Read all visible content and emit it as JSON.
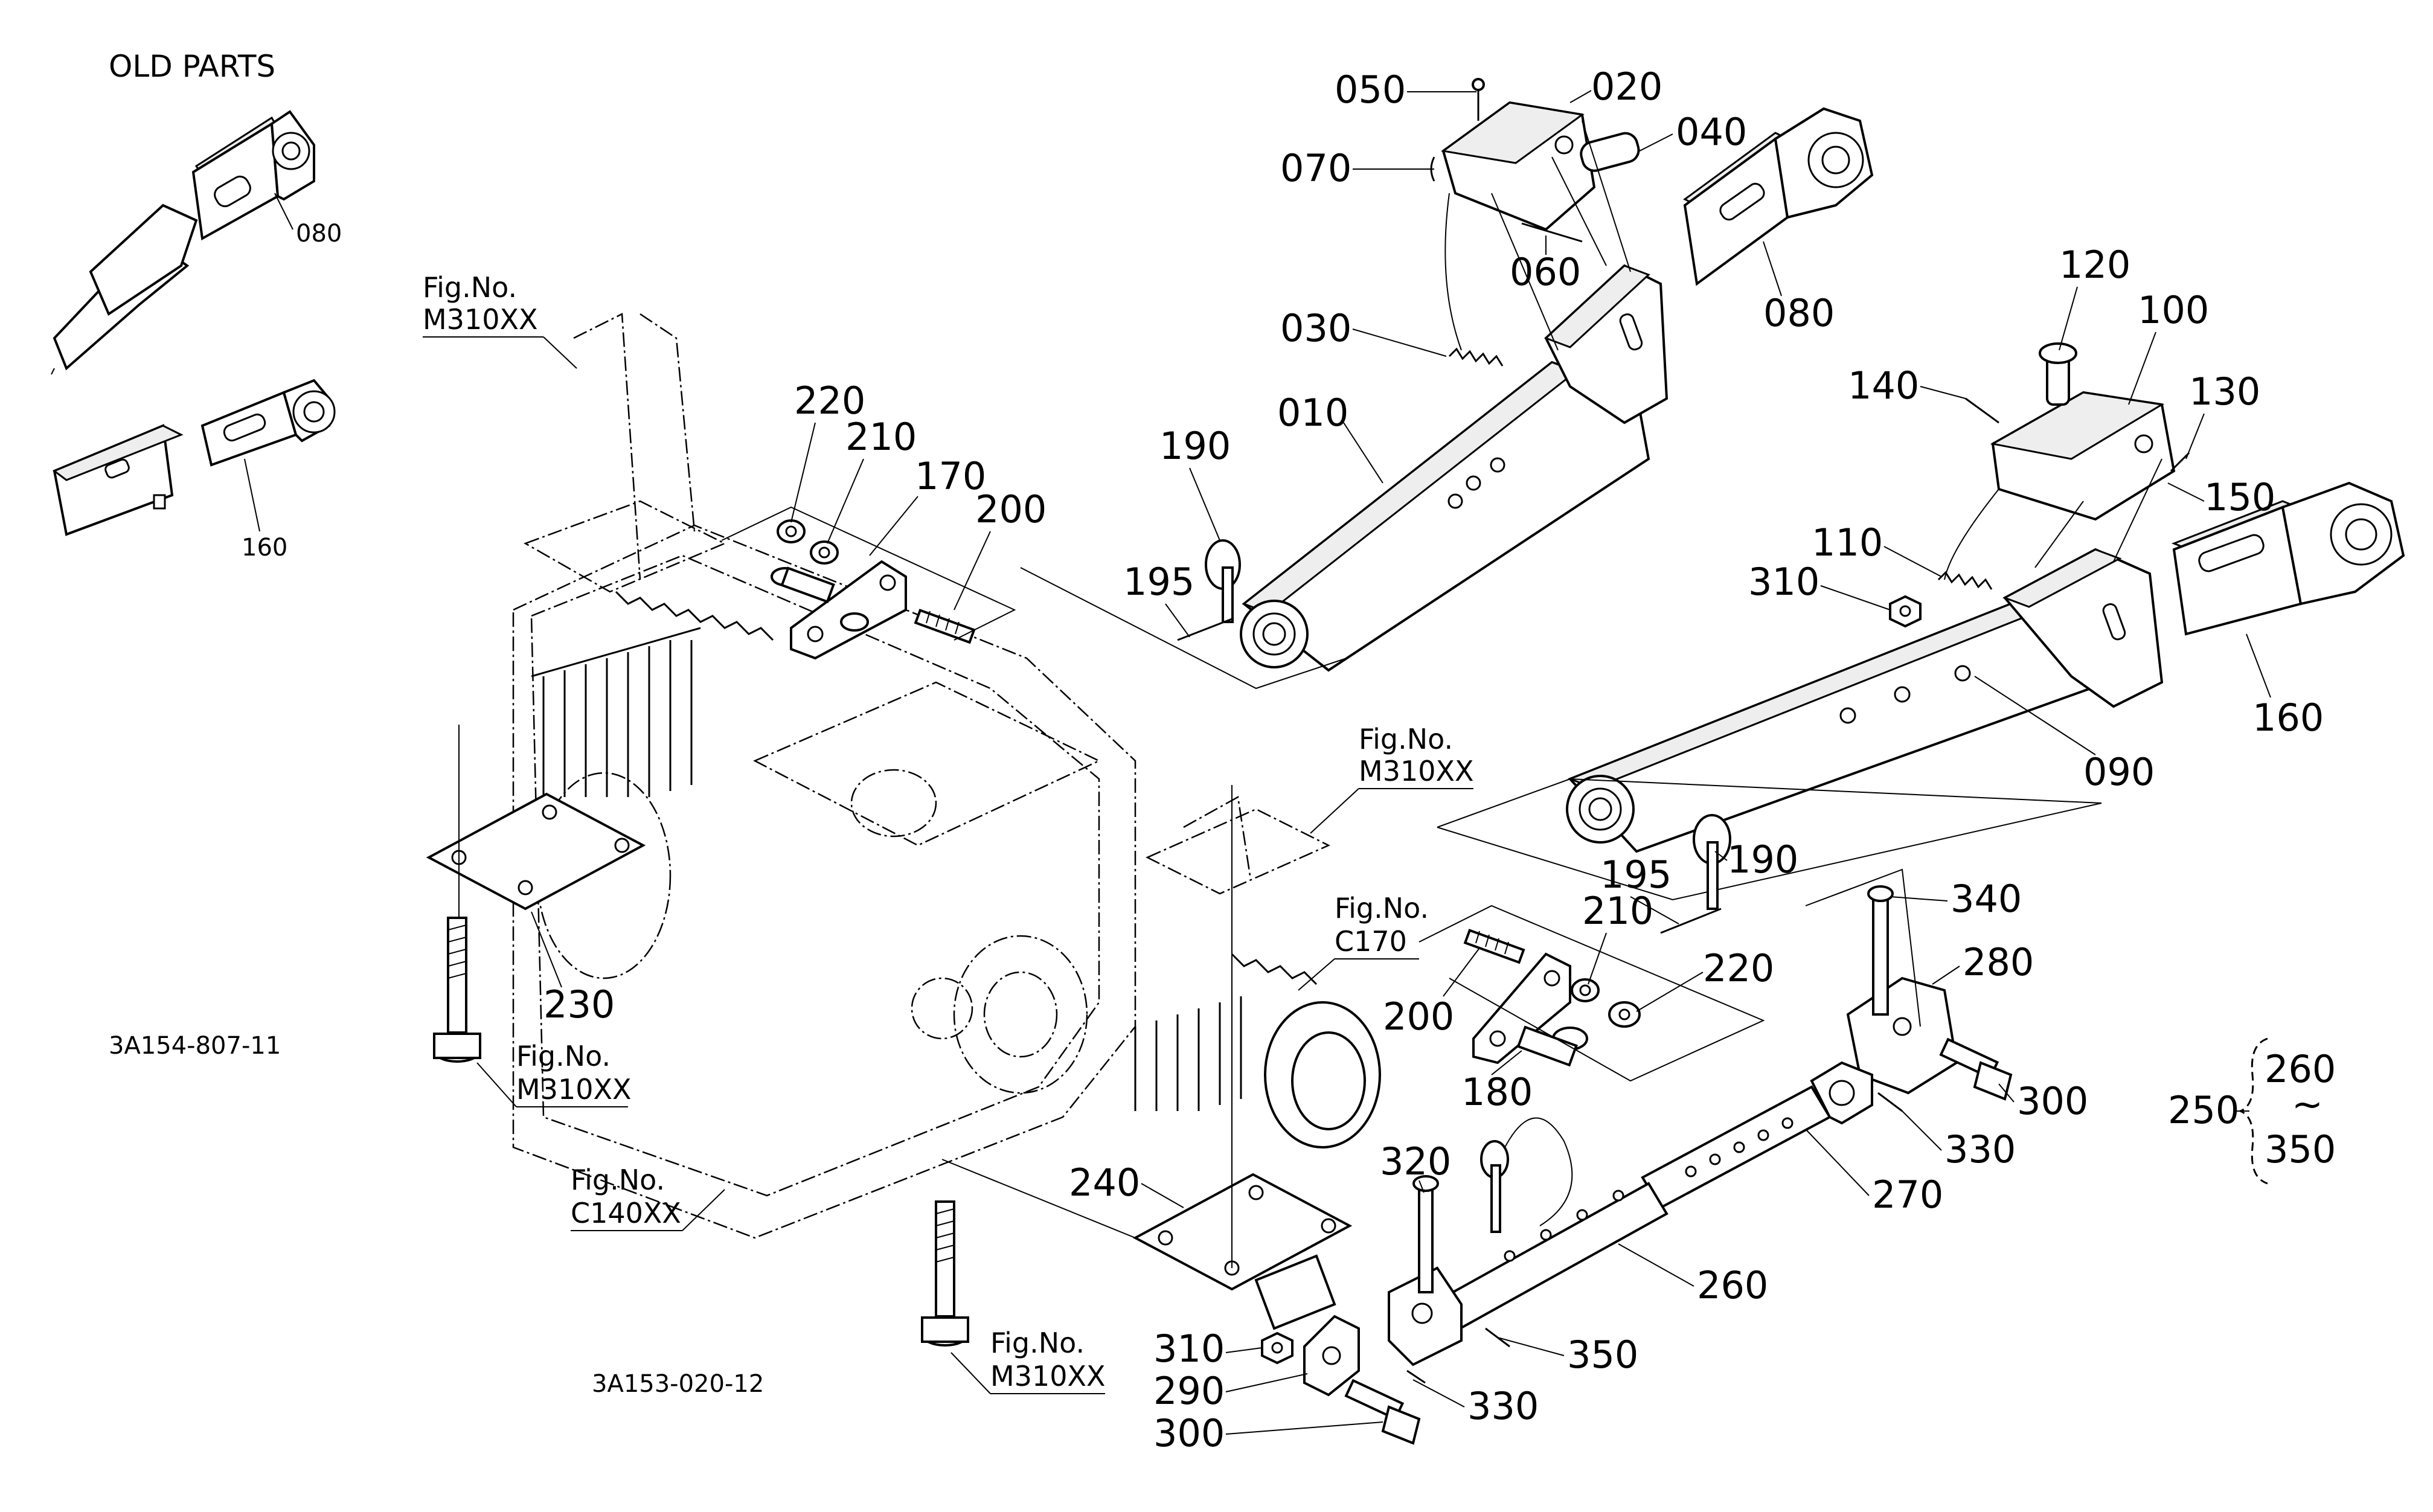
{
  "heading": "OLD PARTS",
  "drawing_codes": [
    "3A154-807-11",
    "3A153-020-12"
  ],
  "old_parts": [
    {
      "id": "op-080",
      "label": "080"
    },
    {
      "id": "op-160",
      "label": "160"
    }
  ],
  "figure_refs": [
    {
      "id": "fig1",
      "line1": "Fig.No.",
      "line2": "M310XX"
    },
    {
      "id": "fig2",
      "line1": "Fig.No.",
      "line2": "M310XX"
    },
    {
      "id": "fig3",
      "line1": "Fig.No.",
      "line2": "M310XX"
    },
    {
      "id": "fig4",
      "line1": "Fig.No.",
      "line2": "C170"
    },
    {
      "id": "fig5",
      "line1": "Fig.No.",
      "line2": "C140XX"
    },
    {
      "id": "fig6",
      "line1": "Fig.No.",
      "line2": "M310XX"
    }
  ],
  "parts": [
    {
      "id": "p050",
      "label": "050"
    },
    {
      "id": "p020",
      "label": "020"
    },
    {
      "id": "p040",
      "label": "040"
    },
    {
      "id": "p070",
      "label": "070"
    },
    {
      "id": "p060",
      "label": "060"
    },
    {
      "id": "p080",
      "label": "080"
    },
    {
      "id": "p030",
      "label": "030"
    },
    {
      "id": "p010",
      "label": "010"
    },
    {
      "id": "p120",
      "label": "120"
    },
    {
      "id": "p100",
      "label": "100"
    },
    {
      "id": "p140",
      "label": "140"
    },
    {
      "id": "p130",
      "label": "130"
    },
    {
      "id": "p220a",
      "label": "220"
    },
    {
      "id": "p210a",
      "label": "210"
    },
    {
      "id": "p170",
      "label": "170"
    },
    {
      "id": "p200a",
      "label": "200"
    },
    {
      "id": "p190a",
      "label": "190"
    },
    {
      "id": "p150",
      "label": "150"
    },
    {
      "id": "p110",
      "label": "110"
    },
    {
      "id": "p195a",
      "label": "195"
    },
    {
      "id": "p310a",
      "label": "310"
    },
    {
      "id": "p160",
      "label": "160"
    },
    {
      "id": "p090",
      "label": "090"
    },
    {
      "id": "p190b",
      "label": "190"
    },
    {
      "id": "p195b",
      "label": "195"
    },
    {
      "id": "p210b",
      "label": "210"
    },
    {
      "id": "p340",
      "label": "340"
    },
    {
      "id": "p220b",
      "label": "220"
    },
    {
      "id": "p280",
      "label": "280"
    },
    {
      "id": "p200b",
      "label": "200"
    },
    {
      "id": "p230",
      "label": "230"
    },
    {
      "id": "p180",
      "label": "180"
    },
    {
      "id": "p300a",
      "label": "300"
    },
    {
      "id": "p330a",
      "label": "330"
    },
    {
      "id": "p320",
      "label": "320"
    },
    {
      "id": "p240",
      "label": "240"
    },
    {
      "id": "p270",
      "label": "270"
    },
    {
      "id": "p260",
      "label": "260"
    },
    {
      "id": "p350",
      "label": "350"
    },
    {
      "id": "p310b",
      "label": "310"
    },
    {
      "id": "p290",
      "label": "290"
    },
    {
      "id": "p330b",
      "label": "330"
    },
    {
      "id": "p300b",
      "label": "300"
    }
  ],
  "assembly": {
    "label": "250",
    "range_from": "260",
    "range_sep": "~",
    "range_to": "350"
  }
}
